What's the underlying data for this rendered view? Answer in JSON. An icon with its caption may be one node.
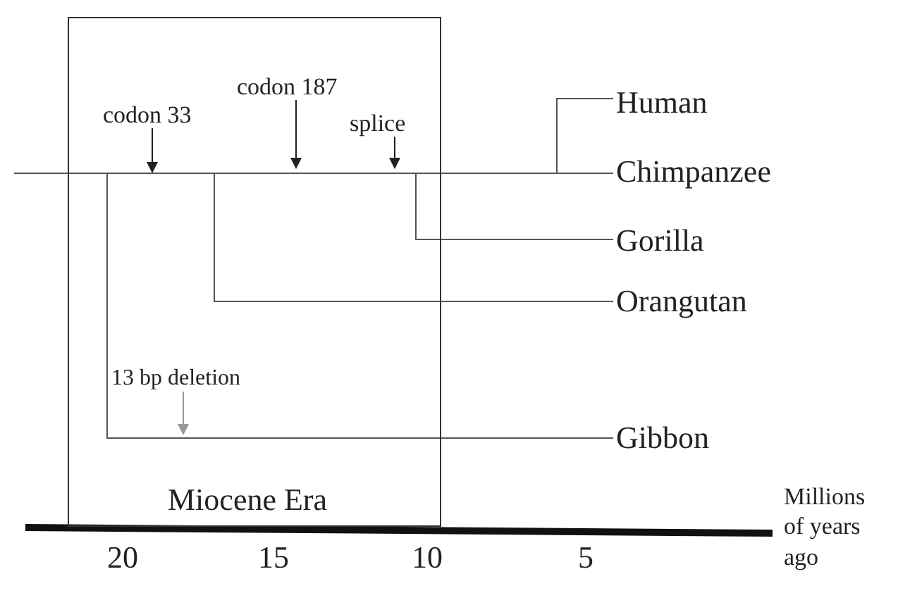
{
  "diagram": {
    "nodes": [
      {
        "text": [
          "Miocene Era"
        ]
      },
      {
        "text": [
          "codon 33"
        ],
        "in": 0
      },
      {
        "text": [
          "codon 187"
        ],
        "in": 0
      },
      {
        "text": [
          "splice"
        ],
        "in": 0
      },
      {
        "text": [
          "13 bp deletion"
        ],
        "in": 0
      },
      {
        "text": [
          "Human"
        ]
      },
      {
        "text": [
          "Chimpanzee"
        ]
      },
      {
        "text": [
          "Gorilla"
        ]
      },
      {
        "text": [
          "Orangutan"
        ]
      },
      {
        "text": [
          "Gibbon"
        ]
      }
    ],
    "edges": [
      {
        "from": 1,
        "to": null,
        "arrow": "to"
      },
      {
        "from": 2,
        "to": null,
        "arrow": "to"
      },
      {
        "from": 3,
        "to": null,
        "arrow": "to"
      },
      {
        "from": 4,
        "to": null,
        "arrow": "to",
        "color": "#999999"
      }
    ],
    "labels": [
      "20",
      "15",
      "10",
      "5",
      "Millions of years ago"
    ]
  }
}
